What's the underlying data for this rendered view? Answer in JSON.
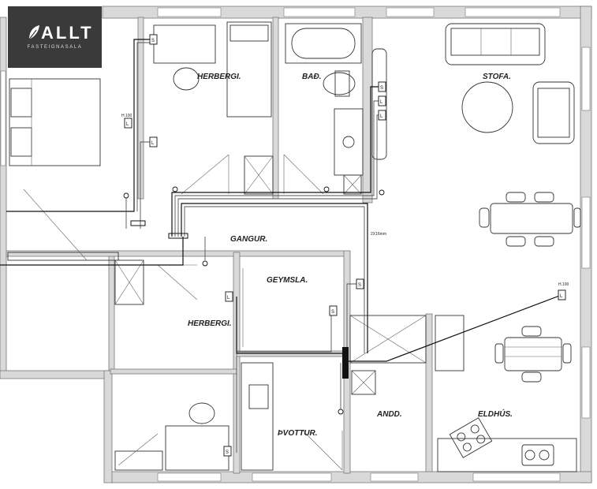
{
  "brand": {
    "name": "ALLT",
    "tagline": "FASTEIGNASALA",
    "icon": "leaf-icon",
    "background": "#3a3a3a"
  },
  "rooms": {
    "herbergi_top": "HERBERGI.",
    "bad": "BAÐ.",
    "stofa": "STOFA.",
    "gangur": "GANGUR.",
    "geymsla": "GEYMSLA.",
    "herbergi_mid": "HERBERGI.",
    "andd": "ANDD.",
    "eldhus": "ELDHÚS.",
    "thvottur": "ÞVOTTUR."
  },
  "annotations": {
    "h100_left": "H.100",
    "h100_right": "H.100",
    "pipe_size": "2X16mm"
  },
  "markers": {
    "s": "S",
    "l": "L"
  }
}
